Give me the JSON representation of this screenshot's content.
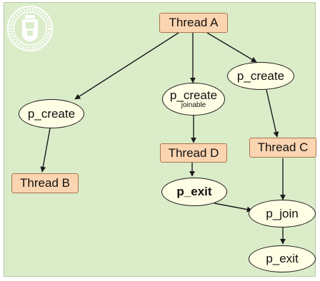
{
  "logo": {
    "icon": "university-seal-icon"
  },
  "nodes": {
    "thread_a": "Thread A",
    "create_left": "p_create",
    "create_mid": "p_create",
    "create_mid_sub": "joinable",
    "create_right": "p_create",
    "thread_b": "Thread B",
    "thread_d": "Thread D",
    "thread_c": "Thread C",
    "exit_d": "p_exit",
    "join": "p_join",
    "exit_final": "p_exit"
  },
  "colors": {
    "background": "#dbecc9",
    "thread_fill": "#fbd5b1",
    "thread_border": "#a9744a",
    "call_fill": "#fffde3",
    "call_border": "#1c1c1c",
    "arrow": "#1c1c1c"
  }
}
